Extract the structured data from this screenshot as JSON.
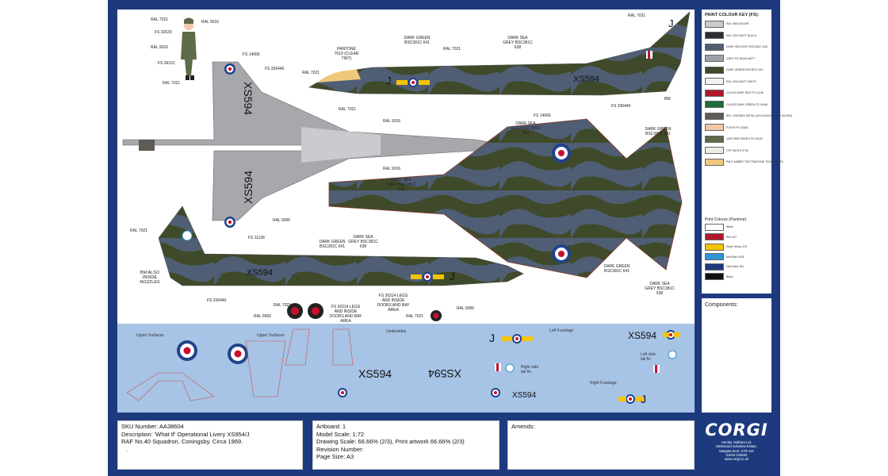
{
  "colors": {
    "frame": "#1e3a7e",
    "dark_green": "#3f4a2a",
    "dark_sea_grey": "#4f5e74",
    "light_grey": "#a6a8ac",
    "decal_bg": "#a7c3e6",
    "roundel_red": "#c8102e",
    "roundel_blue": "#20438c",
    "yellow": "#f4c400"
  },
  "paint_key": {
    "title": "PAINT COLOUR KEY (FS):",
    "items": [
      {
        "label": "RAL 9006 SILVER",
        "color": "#c8cbd0"
      },
      {
        "label": "RAL 7021 MATT BLACK",
        "color": "#2b2d30"
      },
      {
        "label": "DARK SEA GREY BSC381C 638",
        "color": "#4f5e74"
      },
      {
        "label": "GREY FS 36440 MATT",
        "color": "#9ea2a8"
      },
      {
        "label": "DARK GREEN BSC381C 641",
        "color": "#3f4a2a"
      },
      {
        "label": "RAL 9016 MATT WHITE",
        "color": "#f2f2f2"
      },
      {
        "label": "GLOSS DARK RED FS 11136",
        "color": "#b0182a"
      },
      {
        "label": "GLOSS DARK GREEN FS 14066",
        "color": "#1f6b3a"
      },
      {
        "label": "BM = BURNED METAL (60% BLACK + 40% SILVER)",
        "color": "#5e5a54"
      },
      {
        "label": "FLESH FS 32630",
        "color": "#f0c8a8"
      },
      {
        "label": "UNIFORM GREEN FS 34151",
        "color": "#5d6b48"
      },
      {
        "label": "OFF WHITE 5732",
        "color": "#ecebe4"
      },
      {
        "label": "PALE AMBER TINT PANTONE 7510 (CLEAR)",
        "color": "#f1c77c"
      }
    ],
    "print_title": "Print Colours (Pantone):",
    "print_items": [
      {
        "label": "White",
        "color": "#ffffff"
      },
      {
        "label": "Red 187",
        "color": "#b0182a"
      },
      {
        "label": "Deep Yellow 123",
        "color": "#f4c400"
      },
      {
        "label": "Mid Blue 2925",
        "color": "#2b96d8"
      },
      {
        "label": "Dark Blue 281",
        "color": "#1e3a7e"
      },
      {
        "label": "Black",
        "color": "#111111"
      }
    ]
  },
  "components": {
    "title": "Components:"
  },
  "callouts": [
    {
      "text": "RAL 7021"
    },
    {
      "text": "RAL 9016"
    },
    {
      "text": "FS 32630"
    },
    {
      "text": "RAL 9016"
    },
    {
      "text": "FS 34151"
    },
    {
      "text": "RAL 7021"
    },
    {
      "text": "FS 14066"
    },
    {
      "text": "FS 336440"
    },
    {
      "text": "RAL 7021"
    },
    {
      "text": "PANTONE 7510 (CLEAR TINT)"
    },
    {
      "text": "DARK GREEN BSC381C 641"
    },
    {
      "text": "RAL 7021"
    },
    {
      "text": "DARK SEA GREY BSC381C 638"
    },
    {
      "text": "RAL 7021"
    },
    {
      "text": "BM"
    },
    {
      "text": "FS 336440"
    },
    {
      "text": "RAL 7021"
    },
    {
      "text": "RAL 9016"
    },
    {
      "text": "RAL 9016"
    },
    {
      "text": "FS 14066"
    },
    {
      "text": "DARK SEA GREY BSC381C 638"
    },
    {
      "text": "DARK GREEN BSC381C 641"
    },
    {
      "text": "DARK SEA GREY BSC381C 638"
    },
    {
      "text": "RAL 9006"
    },
    {
      "text": "RAL 7021"
    },
    {
      "text": "FS 11136"
    },
    {
      "text": "DARK GREEN BSC381C 641"
    },
    {
      "text": "DARK SEA GREY BSC381C 638"
    },
    {
      "text": "BM ALSO INSIDE NOZZLES"
    },
    {
      "text": "DARK GREEN BSC381C 641"
    },
    {
      "text": "DARK SEA GREY BSC381C 638"
    },
    {
      "text": "FS 336440"
    },
    {
      "text": "RAL 7021"
    },
    {
      "text": "RAL 9006"
    },
    {
      "text": "FS 36314 LEGS AND INSIDE DOORS AND BAY AREA"
    },
    {
      "text": "FS 36314 LEGS AND INSIDE DOORS AND BAY AREA"
    },
    {
      "text": "RAL 9006"
    },
    {
      "text": "RAL 7021"
    }
  ],
  "aircraft": {
    "serial": "XS594",
    "code_letter": "J"
  },
  "decals": {
    "labels": [
      "Upper Surfaces",
      "Upper Surfaces",
      "Undersides",
      "Left Fuselage",
      "Left side tail fin",
      "Right side tail fin",
      "Right Fuselage"
    ],
    "serial": "XS594",
    "serial_mirrored": "XS594",
    "letter": "J"
  },
  "info": {
    "sku": "SKU Number: AA38604",
    "description_1": "Description: 'What If' Operational Livery XS954/J",
    "description_2": "RAF No.40 Squadron, Coningsby, Circa 1969.",
    "dot": ".",
    "artboard": "Artboard: 1",
    "scale": "Model Scale: 1:72",
    "drawing_scale": "Drawing Scale: 66.66% (2/3), Print artwork 66.66% (2/3)",
    "revision": "Revision Number:",
    "page_size": "Page Size: A3",
    "amends": "Amends:"
  },
  "brand": {
    "logo": "CORGI",
    "address": [
      "Hornby Hobbies Ltd,",
      "Westwood Industrial Estate,",
      "Margate,Kent. CT9 4JX",
      "01843 233500",
      "www.corgi.co.uk"
    ]
  }
}
